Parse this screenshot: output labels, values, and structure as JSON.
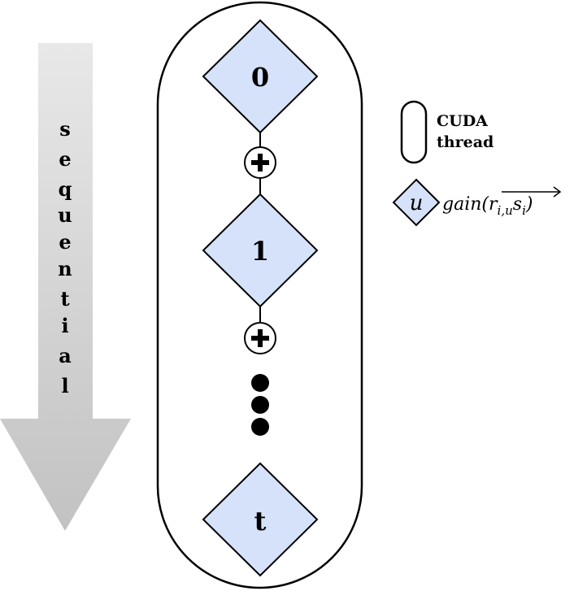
{
  "arrow": {
    "letters": [
      "s",
      "e",
      "q",
      "u",
      "e",
      "n",
      "t",
      "i",
      "a",
      "l"
    ]
  },
  "thread": {
    "nodes": [
      {
        "label": "0"
      },
      {
        "label": "1"
      },
      {
        "label": "t"
      }
    ],
    "plus_symbol": "+"
  },
  "legend": {
    "thread_label_line1": "CUDA",
    "thread_label_line2": "thread",
    "node_symbol": "u",
    "formula_prefix": "gain(",
    "formula_r": "r",
    "formula_r_sub": "i,u",
    "formula_s": "s",
    "formula_s_sub": "i",
    "formula_suffix": ")"
  },
  "colors": {
    "node_fill": "#d6e2fa",
    "stroke": "#000000",
    "arrow_top": "#e6e6e6",
    "arrow_bottom": "#c4c4c4"
  }
}
